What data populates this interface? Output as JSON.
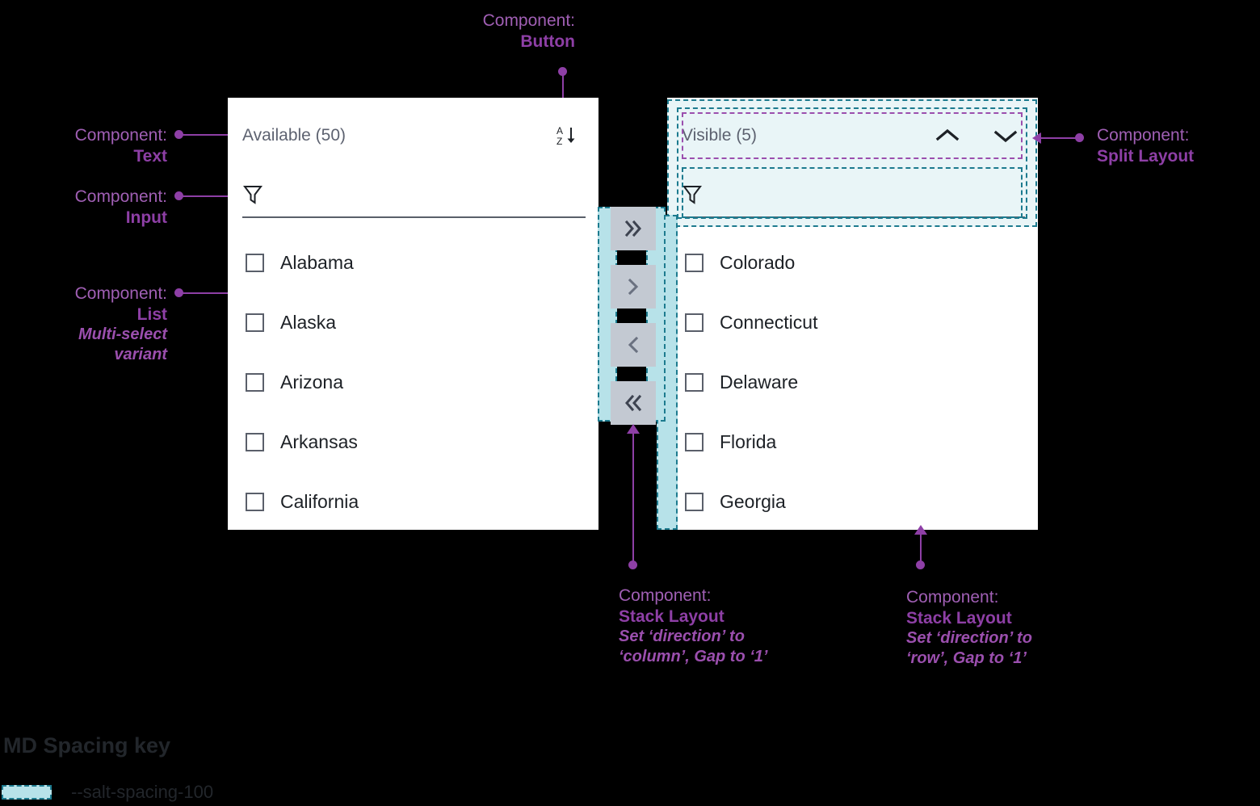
{
  "annotations": [
    {
      "id": "button",
      "label": "Component:",
      "name": "Button",
      "sub": ""
    },
    {
      "id": "text",
      "label": "Component:",
      "name": "Text",
      "sub": ""
    },
    {
      "id": "input",
      "label": "Component:",
      "name": "Input",
      "sub": ""
    },
    {
      "id": "list",
      "label": "Component:",
      "name": "List",
      "sub_line1": "Multi-select",
      "sub_line2": "variant"
    },
    {
      "id": "split-layout",
      "label": "Component:",
      "name": "Split Layout",
      "sub": ""
    },
    {
      "id": "stack-column",
      "label": "Component:",
      "name": "Stack Layout",
      "sub_line1": "Set ‘direction’ to",
      "sub_line2": "‘column’, Gap to ‘1’"
    },
    {
      "id": "stack-row",
      "label": "Component:",
      "name": "Stack Layout",
      "sub_line1": "Set ‘direction’ to",
      "sub_line2": "‘row’, Gap to ‘1’"
    }
  ],
  "available_panel": {
    "title": "Available (50)",
    "sort_icon": "sort-az-icon",
    "sort_icon_top": "A",
    "sort_icon_bottom": "Z",
    "filter_icon": "filter-funnel-icon",
    "filter_value": "",
    "filter_placeholder": "",
    "items": [
      {
        "label": "Alabama",
        "checked": false
      },
      {
        "label": "Alaska",
        "checked": false
      },
      {
        "label": "Arizona",
        "checked": false
      },
      {
        "label": "Arkansas",
        "checked": false
      },
      {
        "label": "California",
        "checked": false
      }
    ]
  },
  "visible_panel": {
    "title": "Visible (5)",
    "up_icon": "chevron-up-icon",
    "down_icon": "chevron-down-icon",
    "filter_icon": "filter-funnel-icon",
    "filter_value": "",
    "filter_placeholder": "",
    "items": [
      {
        "label": "Colorado",
        "checked": false
      },
      {
        "label": "Connecticut",
        "checked": false
      },
      {
        "label": "Delaware",
        "checked": false
      },
      {
        "label": "Florida",
        "checked": false
      },
      {
        "label": "Georgia",
        "checked": false
      }
    ]
  },
  "transfer_stack": {
    "buttons": [
      {
        "id": "move-all-right",
        "icon": "chevron-double-right-icon",
        "glyph": "»"
      },
      {
        "id": "move-right",
        "icon": "chevron-right-icon",
        "glyph": "›"
      },
      {
        "id": "move-left",
        "icon": "chevron-left-icon",
        "glyph": "‹"
      },
      {
        "id": "move-all-left",
        "icon": "chevron-double-left-icon",
        "glyph": "«"
      }
    ]
  },
  "spacing_key": {
    "title": "MD Spacing key",
    "entries": [
      {
        "token": "--salt-spacing-100",
        "color": "#b7e2e9"
      }
    ]
  },
  "colors": {
    "annotation": "#8e3fa6",
    "spacing_fill": "#b7e2e9",
    "spacing_border": "#1d7b8f",
    "spacing_tint": "#e9f5f7",
    "panel_bg": "#ffffff",
    "background": "#000000",
    "button_bg": "#c3c9d2",
    "text_primary": "#1d2126",
    "text_secondary": "#5d6270"
  }
}
